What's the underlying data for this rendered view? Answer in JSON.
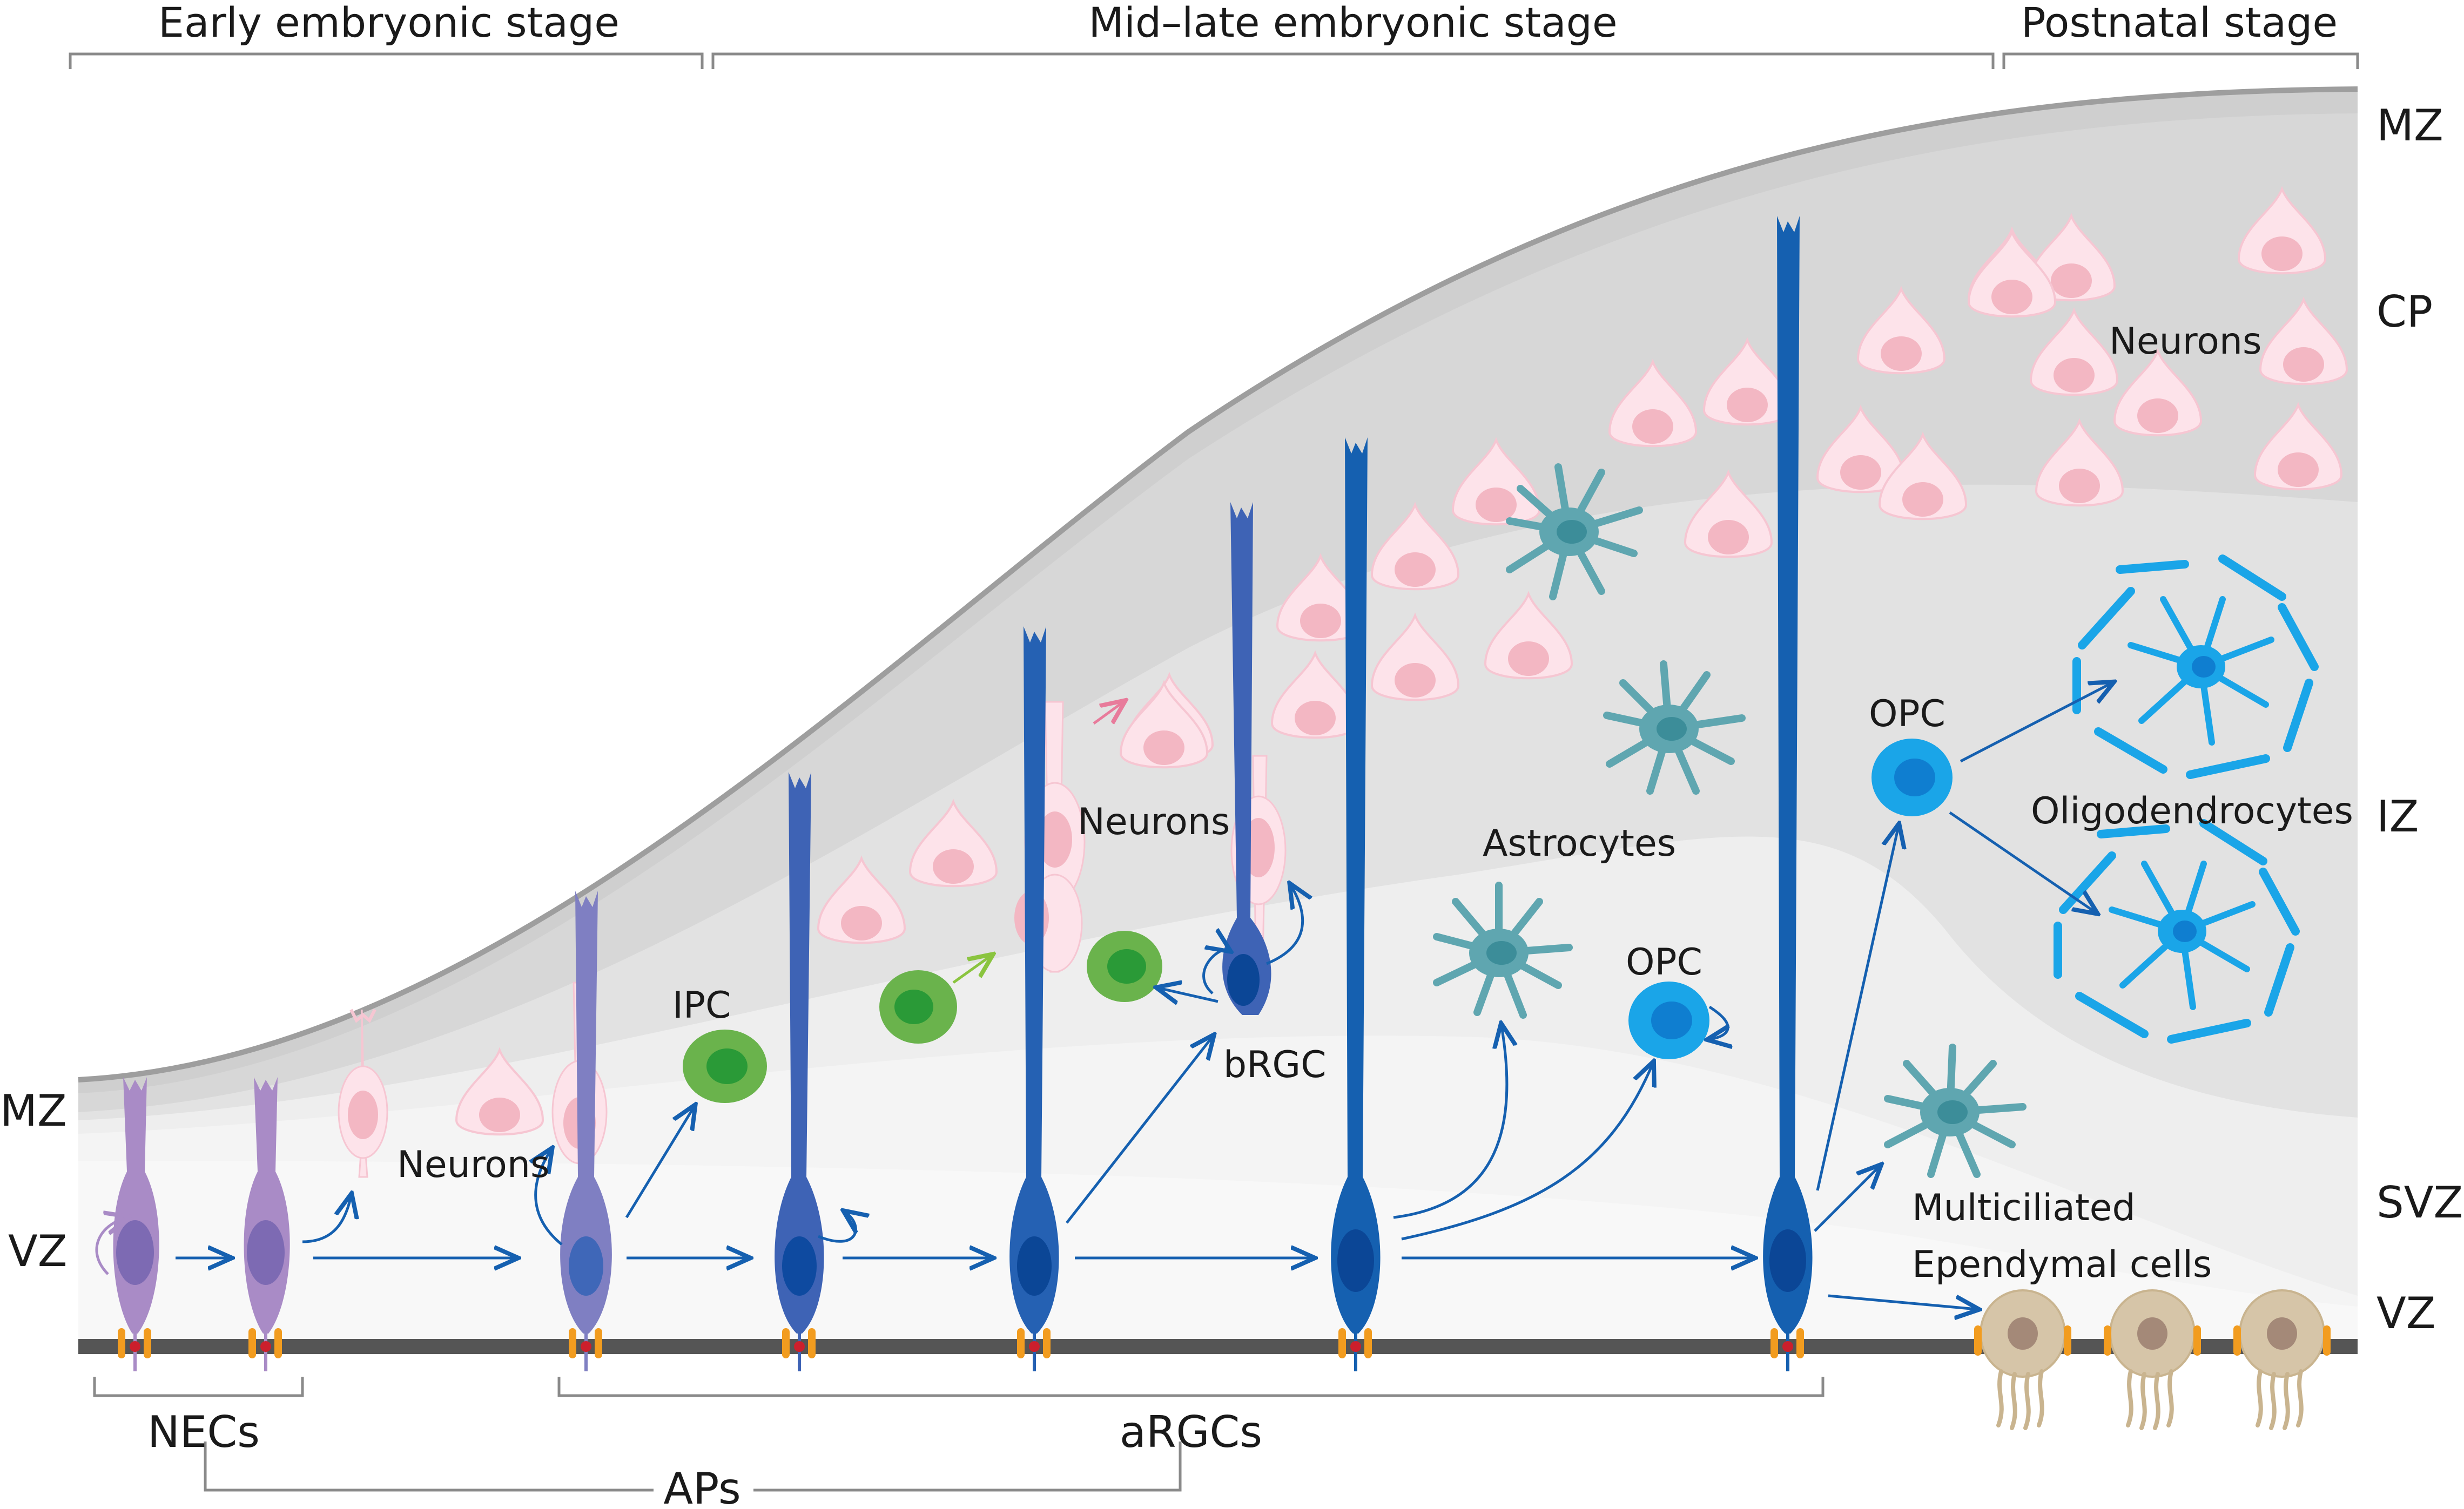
{
  "stages": {
    "early": "Early embryonic stage",
    "mid": "Mid–late embryonic stage",
    "postnatal": "Postnatal stage"
  },
  "zones_right": {
    "mz": "MZ",
    "cp": "CP",
    "iz": "IZ",
    "svz": "SVZ",
    "vz": "VZ"
  },
  "zones_left": {
    "mz": "MZ",
    "vz": "VZ"
  },
  "labels": {
    "neurons_early": "Neurons",
    "ipc": "IPC",
    "neurons_mid": "Neurons",
    "brgc": "bRGC",
    "astrocytes": "Astrocytes",
    "opc_mid": "OPC",
    "opc_post": "OPC",
    "neurons_cp": "Neurons",
    "oligodendrocytes": "Oligodendrocytes",
    "multiciliated": "Multiciliated",
    "ependymal": "Ependymal cells"
  },
  "brackets": {
    "necs": "NECs",
    "argcs": "aRGCs",
    "aps": "APs"
  },
  "colors": {
    "nec": "#a98bc6",
    "transition": "#7f7fc2",
    "argc": "#1560b0",
    "brgc": "#3e63b5",
    "neuron": "#fde3ea",
    "ipc": "#6ab34c",
    "astrocyte": "#5fa6b0",
    "opc": "#1aa5e8",
    "oligodendrocyte": "#1aa5e8",
    "ependymal": "#d6c5a8",
    "junction": "#f29c1f",
    "zone_mz": "#cfcfcf",
    "zone_cp": "#dadada",
    "zone_iz": "#e6e6e6",
    "zone_svz": "#f3f3f3"
  },
  "icons": [
    "ventricular-surface",
    "adherens-junction-icon",
    "cilia-icon"
  ]
}
